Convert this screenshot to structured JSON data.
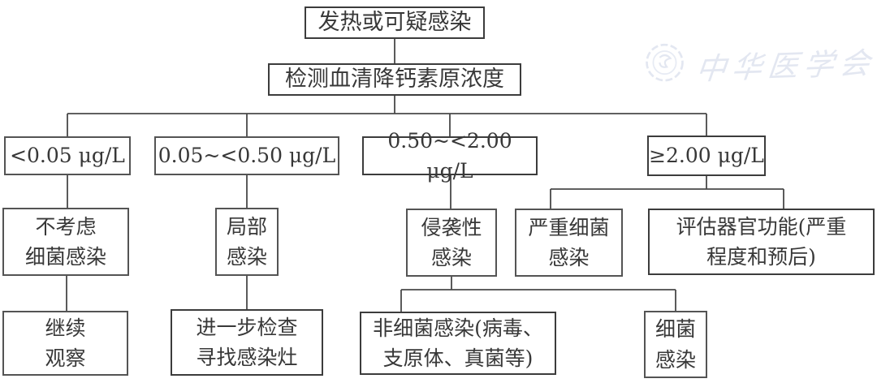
{
  "watermark": {
    "text": "中华医学会"
  },
  "flowchart": {
    "accent_border_color": "#545454",
    "line_color": "#494949",
    "nodes": {
      "fever": {
        "label": "发热或可疑感染"
      },
      "pct_test": {
        "label": "检测血清降钙素原浓度"
      },
      "range_1": {
        "label": "<0.05 μg/L"
      },
      "range_2": {
        "label": "0.05~<0.50 μg/L"
      },
      "range_3": {
        "label": "0.50~<2.00 μg/L"
      },
      "range_4": {
        "label": "≥2.00 μg/L"
      },
      "no_bacterial_infection": {
        "label": "不考虑\n细菌感染"
      },
      "local_infection": {
        "label": "局部\n感染"
      },
      "invasive_infection": {
        "label": "侵袭性\n感染"
      },
      "severe_bacterial_infection": {
        "label": "严重细菌\n感染"
      },
      "assess_organ_function": {
        "label": "评估器官功能(严重\n程度和预后)"
      },
      "continue_observation": {
        "label": "继续\n观察"
      },
      "further_examination": {
        "label": "进一步检查\n寻找感染灶"
      },
      "non_bacterial_infection": {
        "label": "非细菌感染(病毒、\n支原体、真菌等)"
      },
      "bacterial_infection": {
        "label": "细菌\n感染"
      }
    }
  }
}
